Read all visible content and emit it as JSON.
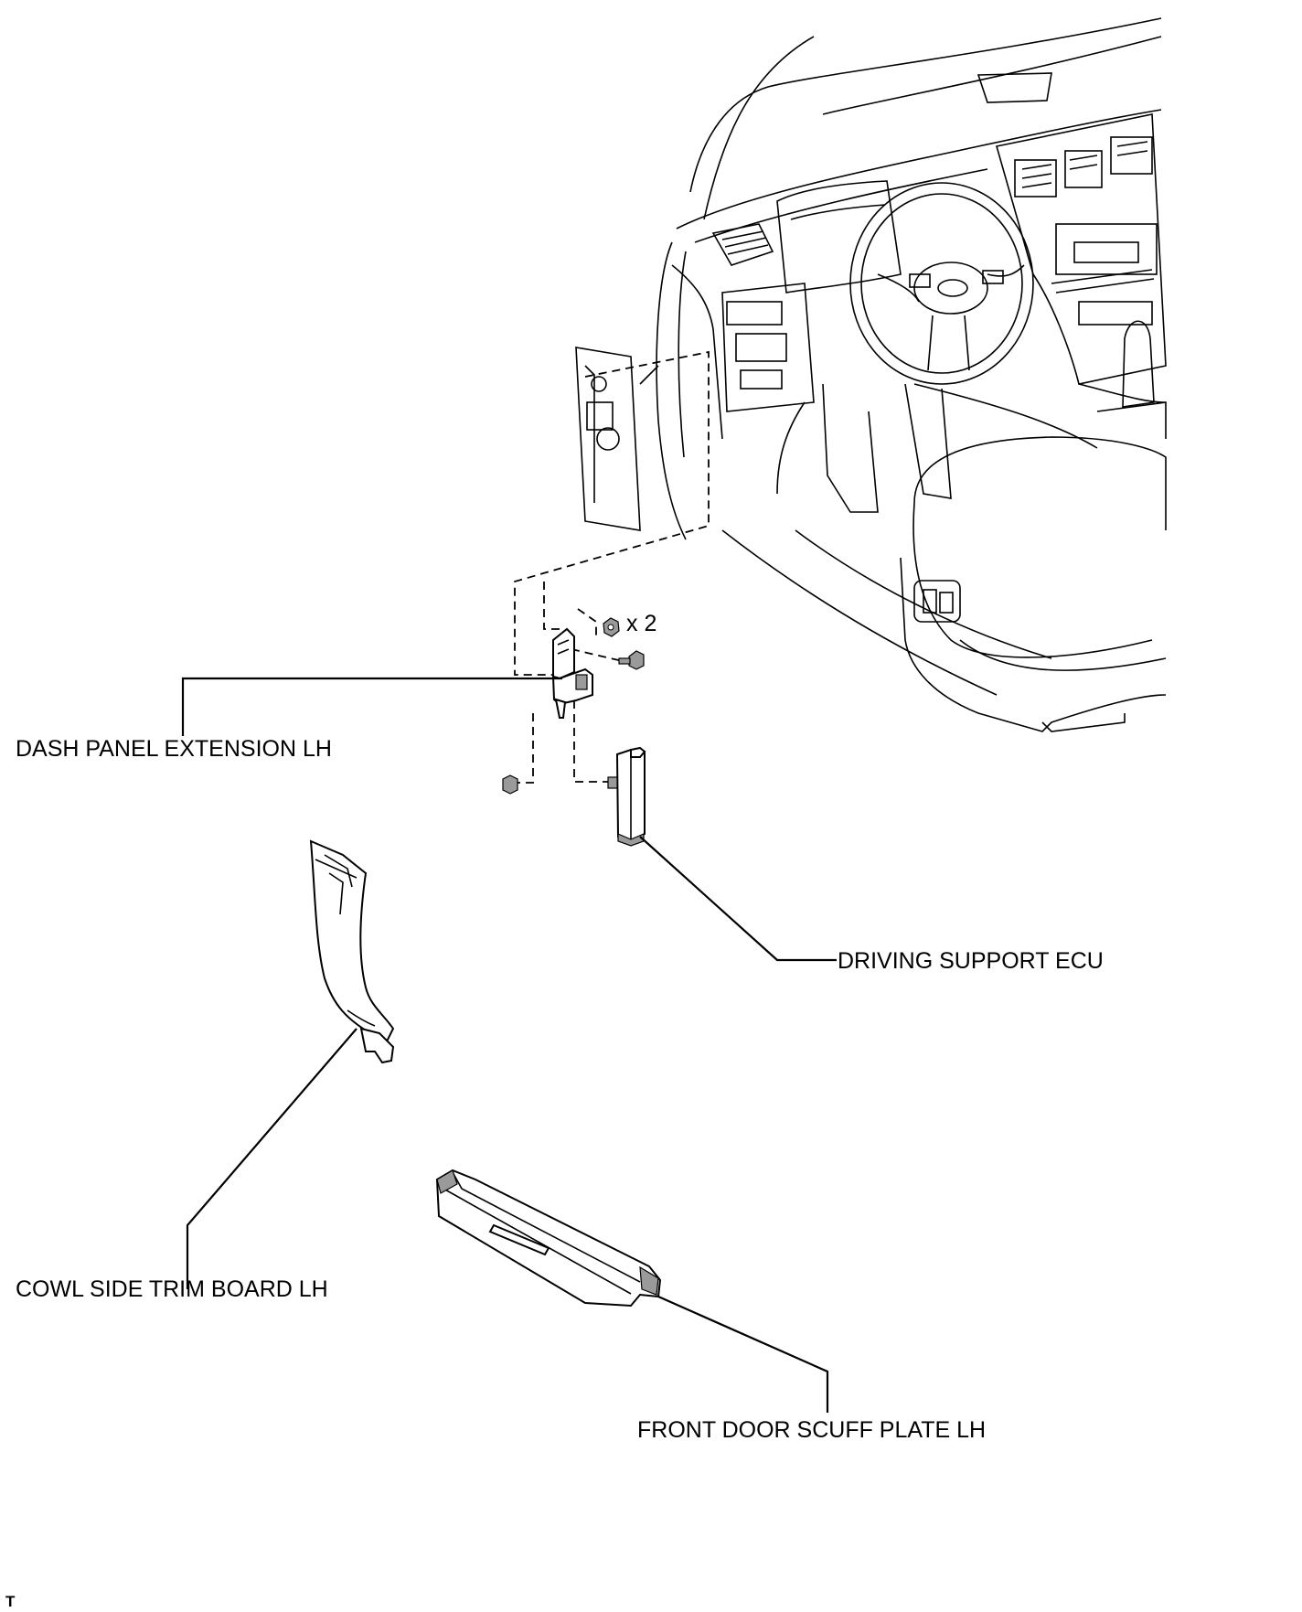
{
  "labels": {
    "dash_panel_extension": "DASH PANEL EXTENSION LH",
    "driving_support_ecu": "DRIVING SUPPORT ECU",
    "cowl_side_trim_board": "COWL SIDE TRIM BOARD LH",
    "front_door_scuff_plate": "FRONT DOOR SCUFF PLATE LH",
    "fastener_quantity": "x 2",
    "corner_mark": "T"
  }
}
